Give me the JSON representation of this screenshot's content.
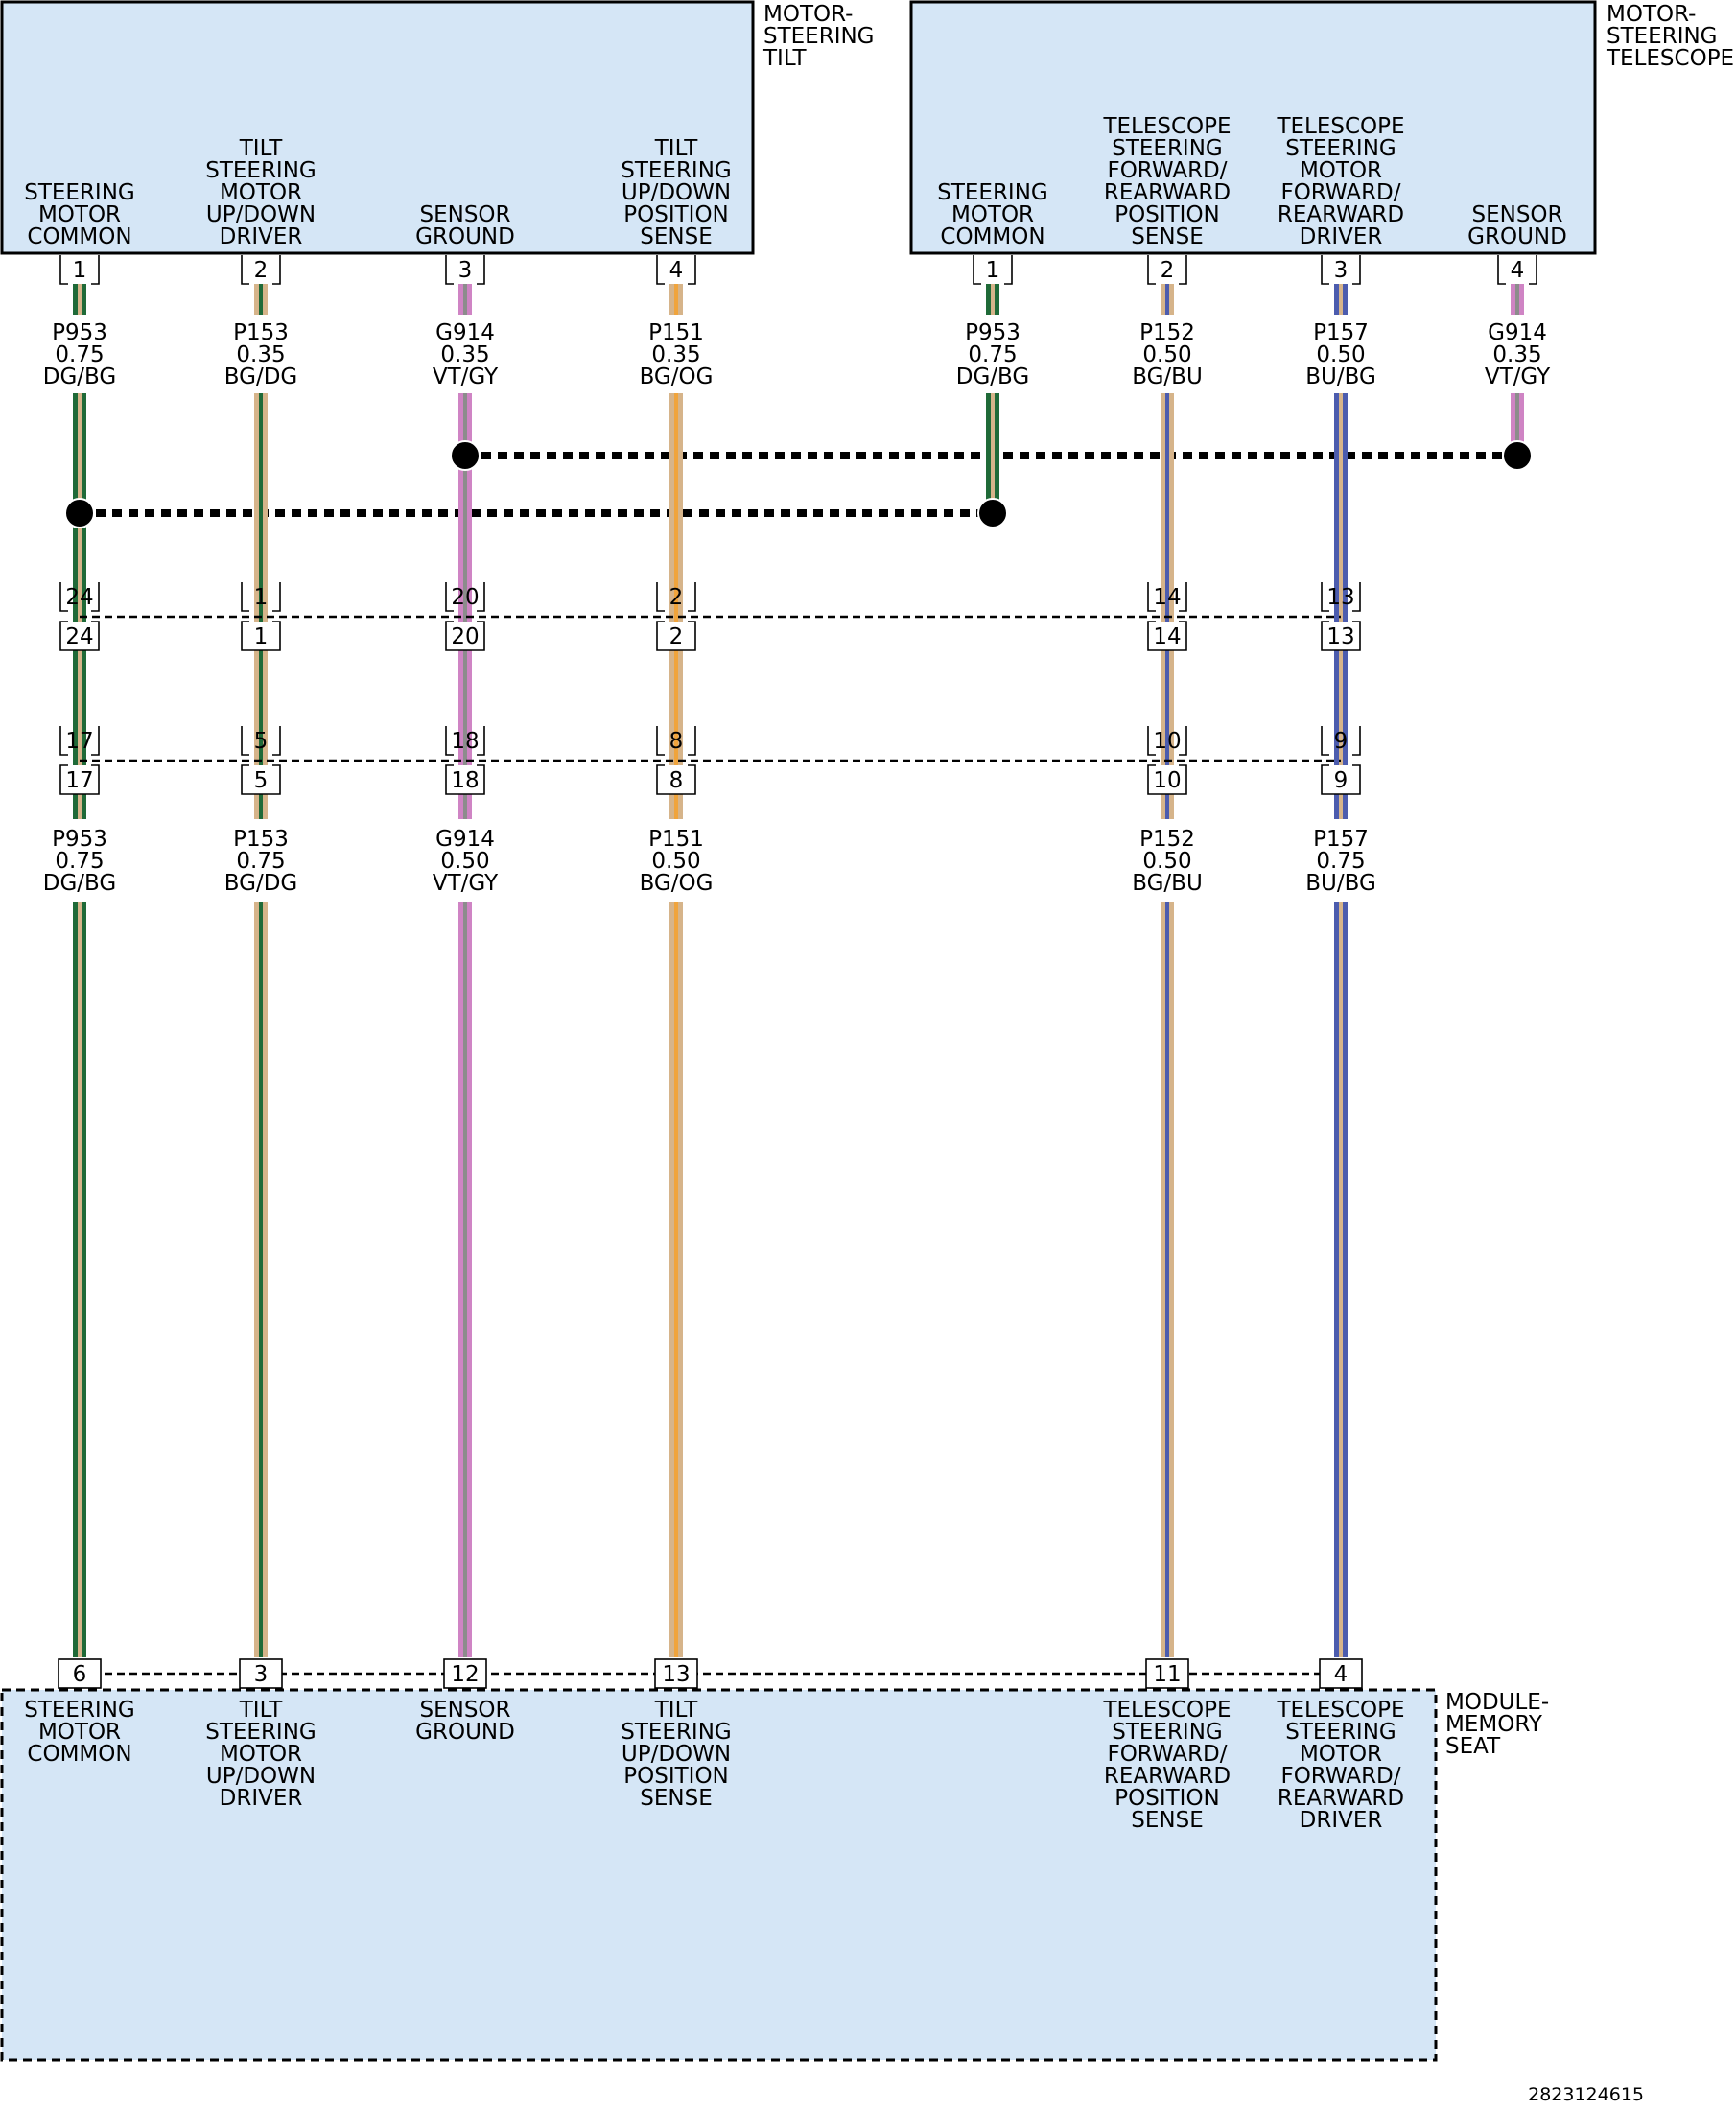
{
  "colors": {
    "box_fill": "#d5e6f6",
    "DG": "#1f6a38",
    "BG": "#d6b48a",
    "VT": "#cf84c4",
    "GY": "#8c8c8c",
    "OG": "#f0a43c",
    "BU": "#4c5cae"
  },
  "components": {
    "tilt": {
      "name": [
        "MOTOR-",
        "STEERING",
        "TILT"
      ]
    },
    "telescope": {
      "name": [
        "MOTOR-",
        "STEERING",
        "TELESCOPE"
      ]
    },
    "module": {
      "name": [
        "MODULE-",
        "MEMORY",
        "SEAT"
      ]
    }
  },
  "tilt_terminals": [
    {
      "pin": "1",
      "label": [
        "STEERING",
        "MOTOR",
        "COMMON"
      ]
    },
    {
      "pin": "2",
      "label": [
        "TILT",
        "STEERING",
        "MOTOR",
        "UP/DOWN",
        "DRIVER"
      ]
    },
    {
      "pin": "3",
      "label": [
        "SENSOR",
        "GROUND"
      ]
    },
    {
      "pin": "4",
      "label": [
        "TILT",
        "STEERING",
        "UP/DOWN",
        "POSITION",
        "SENSE"
      ]
    }
  ],
  "telescope_terminals": [
    {
      "pin": "1",
      "label": [
        "STEERING",
        "MOTOR",
        "COMMON"
      ]
    },
    {
      "pin": "2",
      "label": [
        "TELESCOPE",
        "STEERING",
        "FORWARD/",
        "REARWARD",
        "POSITION",
        "SENSE"
      ]
    },
    {
      "pin": "3",
      "label": [
        "TELESCOPE",
        "STEERING",
        "MOTOR",
        "FORWARD/",
        "REARWARD",
        "DRIVER"
      ]
    },
    {
      "pin": "4",
      "label": [
        "SENSOR",
        "GROUND"
      ]
    }
  ],
  "module_terminals": [
    {
      "pin": "6",
      "label": [
        "STEERING",
        "MOTOR",
        "COMMON"
      ]
    },
    {
      "pin": "3",
      "label": [
        "TILT",
        "STEERING",
        "MOTOR",
        "UP/DOWN",
        "DRIVER"
      ]
    },
    {
      "pin": "12",
      "label": [
        "SENSOR",
        "GROUND"
      ]
    },
    {
      "pin": "13",
      "label": [
        "TILT",
        "STEERING",
        "UP/DOWN",
        "POSITION",
        "SENSE"
      ]
    },
    {
      "pin": "11",
      "label": [
        "TELESCOPE",
        "STEERING",
        "FORWARD/",
        "REARWARD",
        "POSITION",
        "SENSE"
      ]
    },
    {
      "pin": "4",
      "label": [
        "TELESCOPE",
        "STEERING",
        "MOTOR",
        "FORWARD/",
        "REARWARD",
        "DRIVER"
      ]
    }
  ],
  "top_wires": [
    {
      "circuit": "P953",
      "gauge": "0.75",
      "color": "DG/BG"
    },
    {
      "circuit": "P153",
      "gauge": "0.35",
      "color": "BG/DG"
    },
    {
      "circuit": "G914",
      "gauge": "0.35",
      "color": "VT/GY"
    },
    {
      "circuit": "P151",
      "gauge": "0.35",
      "color": "BG/OG"
    },
    {
      "circuit": "P953",
      "gauge": "0.75",
      "color": "DG/BG"
    },
    {
      "circuit": "P152",
      "gauge": "0.50",
      "color": "BG/BU"
    },
    {
      "circuit": "P157",
      "gauge": "0.50",
      "color": "BU/BG"
    },
    {
      "circuit": "G914",
      "gauge": "0.35",
      "color": "VT/GY"
    }
  ],
  "connector_a_pins": [
    "24",
    "1",
    "20",
    "2",
    "14",
    "13"
  ],
  "connector_b_pins": [
    "17",
    "5",
    "18",
    "8",
    "10",
    "9"
  ],
  "bottom_wires": [
    {
      "circuit": "P953",
      "gauge": "0.75",
      "color": "DG/BG"
    },
    {
      "circuit": "P153",
      "gauge": "0.75",
      "color": "BG/DG"
    },
    {
      "circuit": "G914",
      "gauge": "0.50",
      "color": "VT/GY"
    },
    {
      "circuit": "P151",
      "gauge": "0.50",
      "color": "BG/OG"
    },
    {
      "circuit": "P152",
      "gauge": "0.50",
      "color": "BG/BU"
    },
    {
      "circuit": "P157",
      "gauge": "0.75",
      "color": "BU/BG"
    }
  ],
  "reference": "2823124615"
}
